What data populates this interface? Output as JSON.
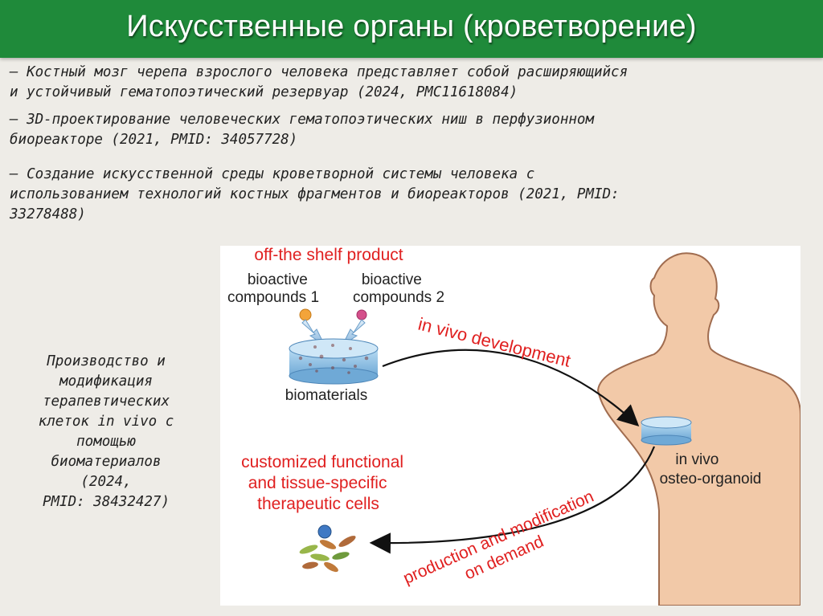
{
  "title": "Искусственные органы (кроветворение)",
  "bullets": [
    {
      "lines": [
        "– Костный мозг черепа взрослого человека представляет собой расширяющийся",
        "и устойчивый гематопоэтический резервуар (2024, PMC11618084)"
      ]
    },
    {
      "lines": [
        "– 3D-проектирование человеческих гематопоэтических ниш в перфузионном",
        "биореакторе (2021, PMID: 34057728)"
      ]
    },
    {
      "lines": [
        "– Создание искусственной среды кроветворной системы человека с",
        "использованием технологий костных фрагментов и биореакторов (2021, PMID:",
        "33278488)"
      ]
    }
  ],
  "side_text": [
    "Производство и",
    "модификация",
    "терапевтических",
    "клеток in vivo с",
    "помощью",
    "биоматериалов",
    "(2024,",
    "PMID: 38432427)"
  ],
  "figure": {
    "off_shelf": "off-the shelf product",
    "compounds1": [
      "bioactive",
      "compounds 1"
    ],
    "compounds2": [
      "bioactive",
      "compounds 2"
    ],
    "biomaterials": "biomaterials",
    "in_vivo_development": "in vivo development",
    "organoid": [
      "in vivo",
      "osteo-organoid"
    ],
    "customized": [
      "customized functional",
      "and  tissue-specific",
      "therapeutic cells"
    ],
    "production": [
      "production and modification",
      "on demand"
    ]
  },
  "colors": {
    "title_bar": "#1f8a3a",
    "red_label": "#e02020",
    "body_skin": "#f1c7a6",
    "body_outline": "#9c6b4e",
    "scaffold": "#8fc3e8"
  }
}
